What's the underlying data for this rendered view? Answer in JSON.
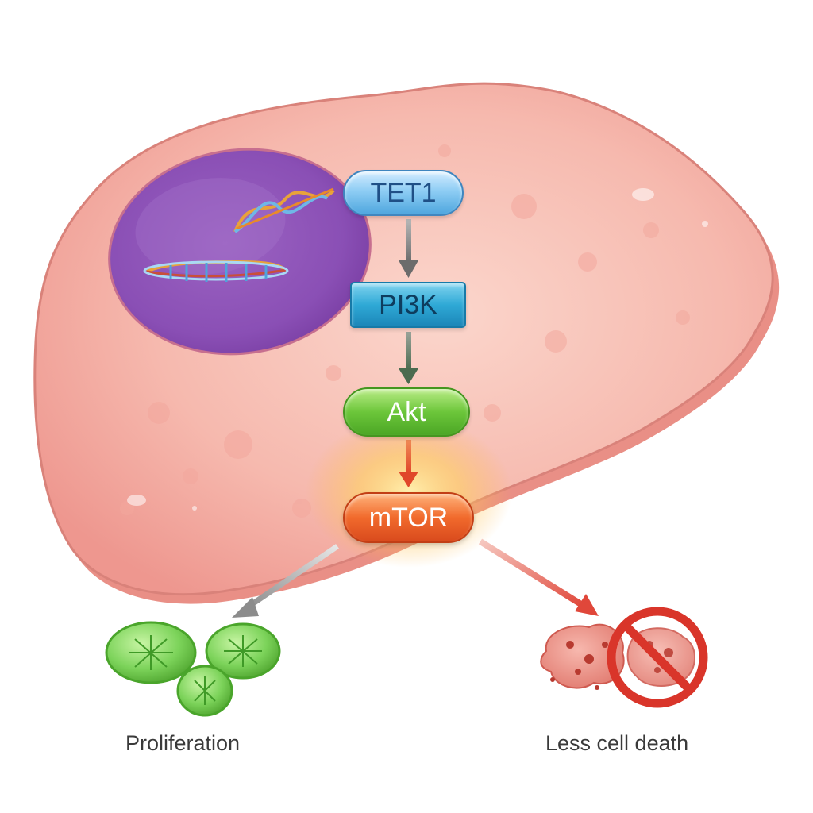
{
  "pathway": {
    "tet1": "TET1",
    "pi3k": "PI3K",
    "akt": "Akt",
    "mtor": "mTOR"
  },
  "outcomes": {
    "proliferation": "Proliferation",
    "less_cell_death": "Less cell death"
  },
  "colors": {
    "cell": "#f2a7a0",
    "nucleus": "#8a4fb5",
    "tet1": "#6fbbea",
    "pi3k": "#2aa4d2",
    "akt": "#66bf35",
    "mtor": "#e95a25",
    "proliferating_cells": "#7cd35a",
    "dead_cells": "#e06a5f",
    "prohibition_sign": "#d9352a"
  },
  "icons": {
    "dna": "dna-helix-icon",
    "proliferation": "dividing-cells-icon",
    "cell_death": "no-cell-death-icon"
  }
}
